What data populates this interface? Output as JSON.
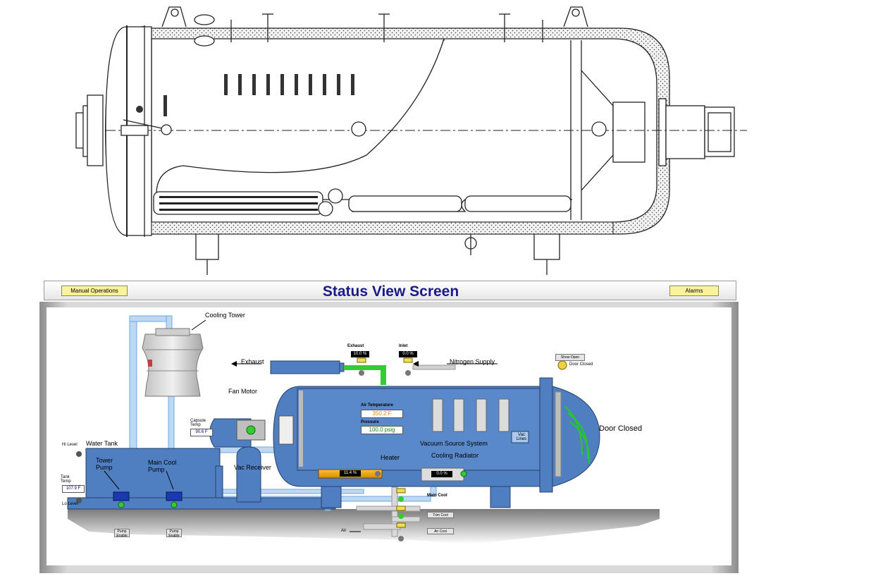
{
  "header": {
    "title": "Status View Screen",
    "manual_ops_label": "Manual Operations",
    "alarms_label": "Alarms"
  },
  "labels": {
    "cooling_tower": "Cooling Tower",
    "exhaust_arrow": "Exhaust",
    "nitrogen_supply": "Nitrogen Supply",
    "fan_motor": "Fan Motor",
    "water_tank": "Water Tank",
    "tower_pump": "Tower Pump",
    "main_cool_pump": "Main Cool Pump",
    "vac_receiver": "Vac Receiver",
    "heater": "Heater",
    "cooling_radiator": "Cooling Radiator",
    "vacuum_source_system": "Vacuum Source System",
    "door_closed": "Door Closed",
    "main_cool": "Main Cool",
    "trim_cool": "Trim Cool",
    "air_cool": "Air Cool",
    "air": "Air",
    "hi_level": "Hi Level",
    "lo_level": "Lo Level",
    "tank_temp": "Tank Temp",
    "capsule_temp": "Capsule Temp",
    "pump_enable_1": "Pump Enable",
    "pump_enable_2": "Pump Enable",
    "vac_lines": "Vac Lines"
  },
  "readouts": {
    "exhaust_label": "Exhaust",
    "exhaust_value": "10.0 %",
    "inlet_label": "Inlet",
    "inlet_value": "0.0 %",
    "air_temp_label": "Air Temperature",
    "air_temp_value": "350.2 F",
    "pressure_label": "Pressure",
    "pressure_value": "100.0 psig",
    "capsule_temp_value": "90.6 F",
    "tank_temp_value": "107.9 F",
    "heater_value": "11.4 %",
    "radiator_value": "0.0 %"
  },
  "door": {
    "show_open_label": "Show Open",
    "status_label": "Door Closed"
  },
  "colors": {
    "vessel_blue": "#4f7fc0",
    "title_blue": "#1a1a8c",
    "button_yellow": "#fbf39a",
    "pipe_light_blue": "#a9cdf0",
    "nitrogen_green": "#22cc22"
  }
}
